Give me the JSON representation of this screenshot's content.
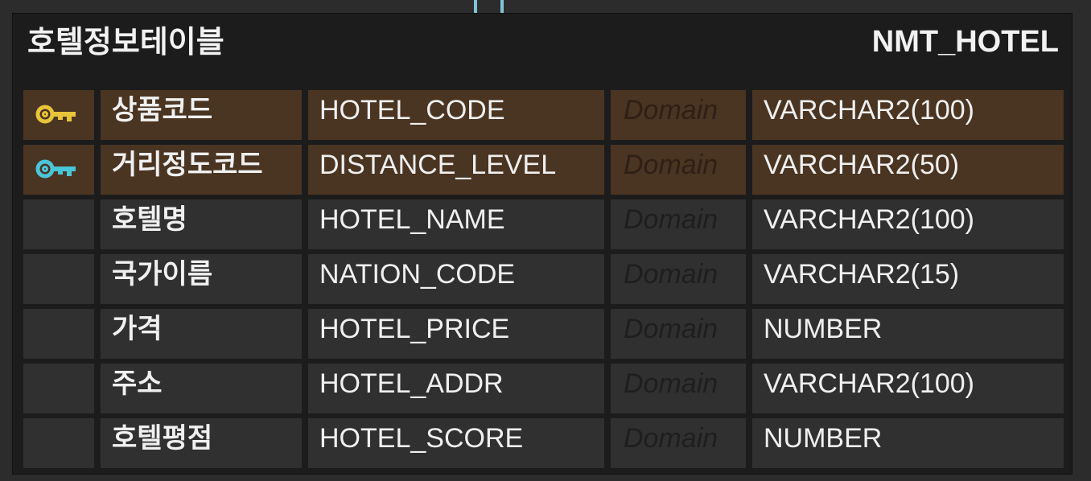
{
  "entity": {
    "logical_name": "호텔정보테이블",
    "physical_name": "NMT_HOTEL"
  },
  "columns": [
    {
      "key": "primary",
      "key_icon": "key-icon",
      "key_color": "#e8c43a",
      "logical": "상품코드",
      "physical": "HOTEL_CODE",
      "domain": "Domain",
      "type": "VARCHAR2(100)"
    },
    {
      "key": "primary",
      "key_icon": "key-icon",
      "key_color": "#49c6d8",
      "logical": "거리정도코드",
      "physical": "DISTANCE_LEVEL",
      "domain": "Domain",
      "type": "VARCHAR2(50)"
    },
    {
      "key": "",
      "logical": "호텔명",
      "physical": "HOTEL_NAME",
      "domain": "Domain",
      "type": "VARCHAR2(100)"
    },
    {
      "key": "",
      "logical": "국가이름",
      "physical": "NATION_CODE",
      "domain": "Domain",
      "type": "VARCHAR2(15)"
    },
    {
      "key": "",
      "logical": "가격",
      "physical": "HOTEL_PRICE",
      "domain": "Domain",
      "type": "NUMBER"
    },
    {
      "key": "",
      "logical": "주소",
      "physical": "HOTEL_ADDR",
      "domain": "Domain",
      "type": "VARCHAR2(100)"
    },
    {
      "key": "",
      "logical": "호텔평점",
      "physical": "HOTEL_SCORE",
      "domain": "Domain",
      "type": "NUMBER"
    }
  ],
  "colors": {
    "pk_row": "#4a3422",
    "row": "#303030",
    "entity_bg": "#1c1c1c",
    "connector": "#7fc3d6"
  }
}
